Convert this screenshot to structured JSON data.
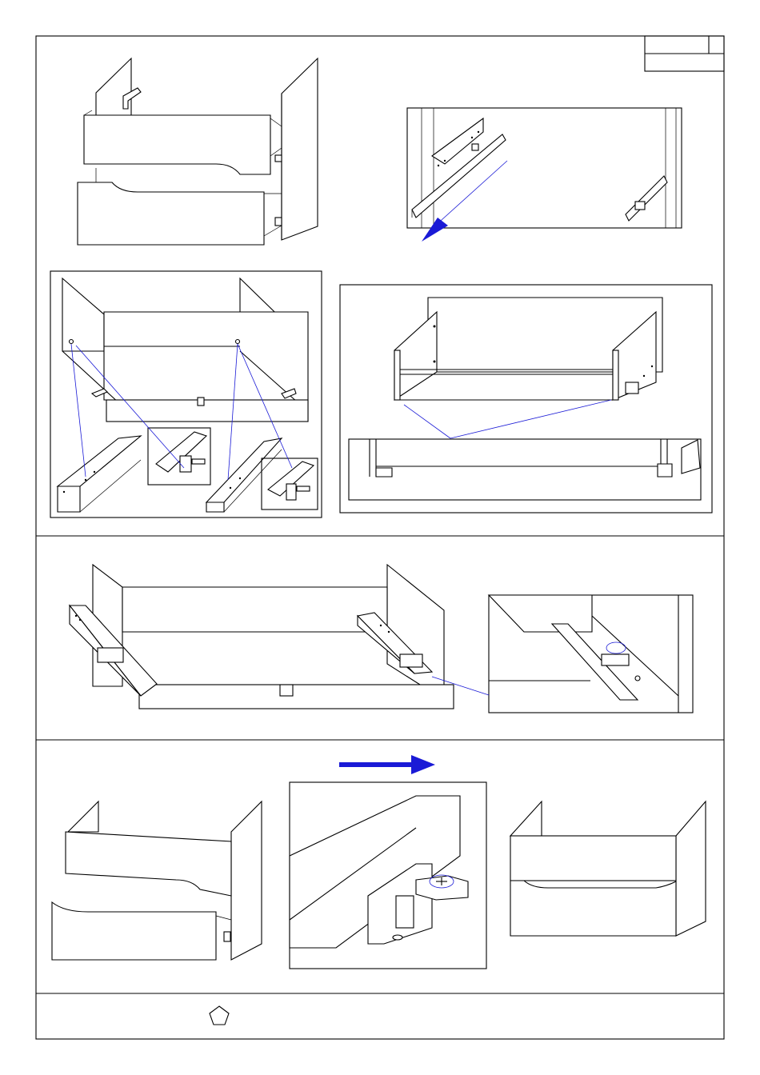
{
  "sheet": {
    "title_block": {
      "cell_left": "",
      "cell_right": "",
      "cell_bottom": ""
    },
    "footer": {
      "note": ""
    }
  },
  "icons": {
    "footer_symbol": "pentagon-icon",
    "direction_arrow": "arrow-right-icon",
    "screw_rotation": "rotate-clockwise-icon"
  },
  "colors": {
    "line": "#000000",
    "accent_blue": "#1a1ad6",
    "background": "#ffffff"
  },
  "panels": [
    {
      "id": "step-1a",
      "content": ""
    },
    {
      "id": "step-1b",
      "content": ""
    },
    {
      "id": "step-2a",
      "content": ""
    },
    {
      "id": "step-2b",
      "content": ""
    },
    {
      "id": "step-3",
      "content": ""
    },
    {
      "id": "step-4",
      "content": ""
    }
  ]
}
